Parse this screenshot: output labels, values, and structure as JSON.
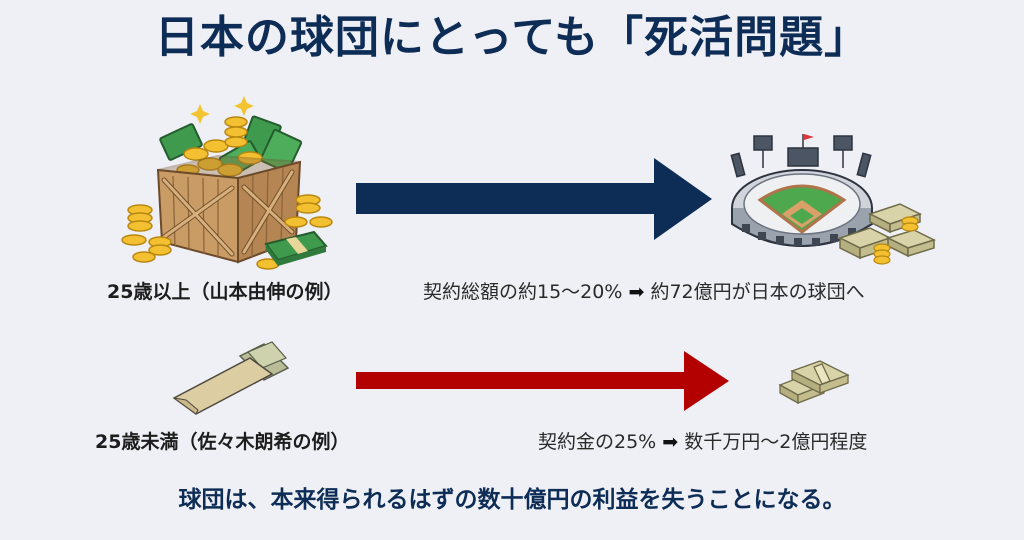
{
  "title": "日本の球団にとっても「死活問題」",
  "rows": [
    {
      "case_label": "25歳以上（山本由伸の例）",
      "flow": {
        "text_before": "契約総額の約15〜20%",
        "arrow_glyph": "➡",
        "text_after": "約72億円が日本の球団へ"
      },
      "arrow_color": "#0d2c56",
      "left_icon": "treasure-crate-icon",
      "right_icon": "stadium-with-money-icon"
    },
    {
      "case_label": "25歳未満（佐々木朗希の例）",
      "flow": {
        "text_before": "契約金の25%",
        "arrow_glyph": "➡",
        "text_after": "数千万円〜2億円程度"
      },
      "arrow_color": "#b30000",
      "left_icon": "envelope-with-cash-icon",
      "right_icon": "small-cash-stack-icon"
    }
  ],
  "conclusion": "球団は、本来得られるはずの数十億円の利益を失うことになる。",
  "colors": {
    "background": "#eff0f5",
    "navy": "#0d2c56",
    "red": "#b30000"
  }
}
